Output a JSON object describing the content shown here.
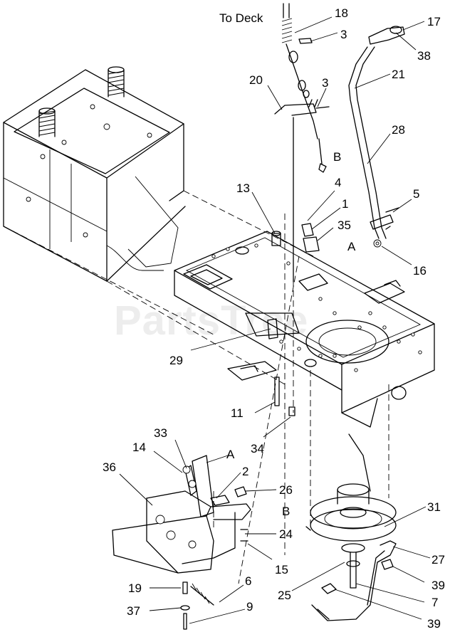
{
  "diagram": {
    "title_note": "To Deck",
    "watermark": "PartsTree",
    "point_labels": [
      "A",
      "B",
      "A",
      "B"
    ],
    "callouts": [
      "18",
      "3",
      "17",
      "38",
      "21",
      "20",
      "3",
      "28",
      "B",
      "13",
      "4",
      "1",
      "5",
      "35",
      "A",
      "16",
      "29",
      "11",
      "34",
      "33",
      "14",
      "A",
      "2",
      "36",
      "26",
      "B",
      "24",
      "15",
      "31",
      "27",
      "39",
      "7",
      "25",
      "39",
      "19",
      "6",
      "37",
      "9"
    ]
  }
}
